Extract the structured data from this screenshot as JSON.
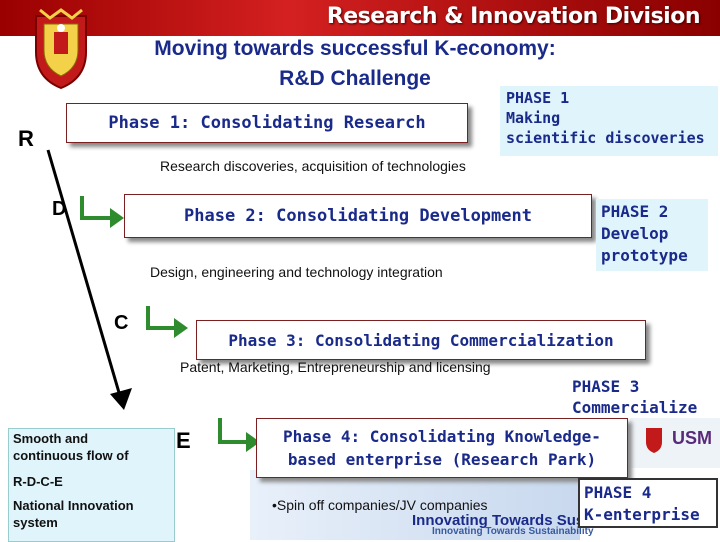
{
  "header": {
    "division_title": "Research & Innovation Division"
  },
  "slide": {
    "title_line1": "Moving towards successful K-economy:",
    "title_line2": "R&D Challenge"
  },
  "flow_letters": {
    "r": "R",
    "d": "D",
    "c": "C",
    "e": "E"
  },
  "phases": [
    {
      "label": "Phase 1: Consolidating Research",
      "description": "Research discoveries, acquisition of technologies",
      "side_title": "PHASE  1",
      "side_lines": [
        "Making",
        "scientific discoveries"
      ]
    },
    {
      "label": "Phase 2: Consolidating Development",
      "description": "Design, engineering and technology integration",
      "side_title": "PHASE 2",
      "side_lines": [
        "Develop",
        "prototype"
      ]
    },
    {
      "label": "Phase 3: Consolidating Commercialization",
      "description": "Patent, Marketing, Entrepreneurship  and licensing",
      "side_title": "PHASE 3",
      "side_lines": [
        "Commercialize"
      ]
    },
    {
      "label_line1": "Phase 4: Consolidating Knowledge-",
      "label_line2": "based enterprise (Research Park)",
      "description": "•Spin off companies/JV companies",
      "side_title": "PHASE 4",
      "side_lines": [
        "K-enterprise"
      ]
    }
  ],
  "left_panel": {
    "line1": "Smooth and",
    "line2": "continuous flow of",
    "line3": "R-D-C-E",
    "line4": "National Innovation",
    "line5": "system"
  },
  "footer": {
    "brand_lines": [
      "Innovating Towards Sustainability",
      "Innovating Towards Sustainability"
    ],
    "logo_text": "USM"
  },
  "colors": {
    "banner": "#b01010",
    "title": "#1a2a8a",
    "arrow": "#2e8b2e",
    "side_box": "#dff4fb"
  }
}
